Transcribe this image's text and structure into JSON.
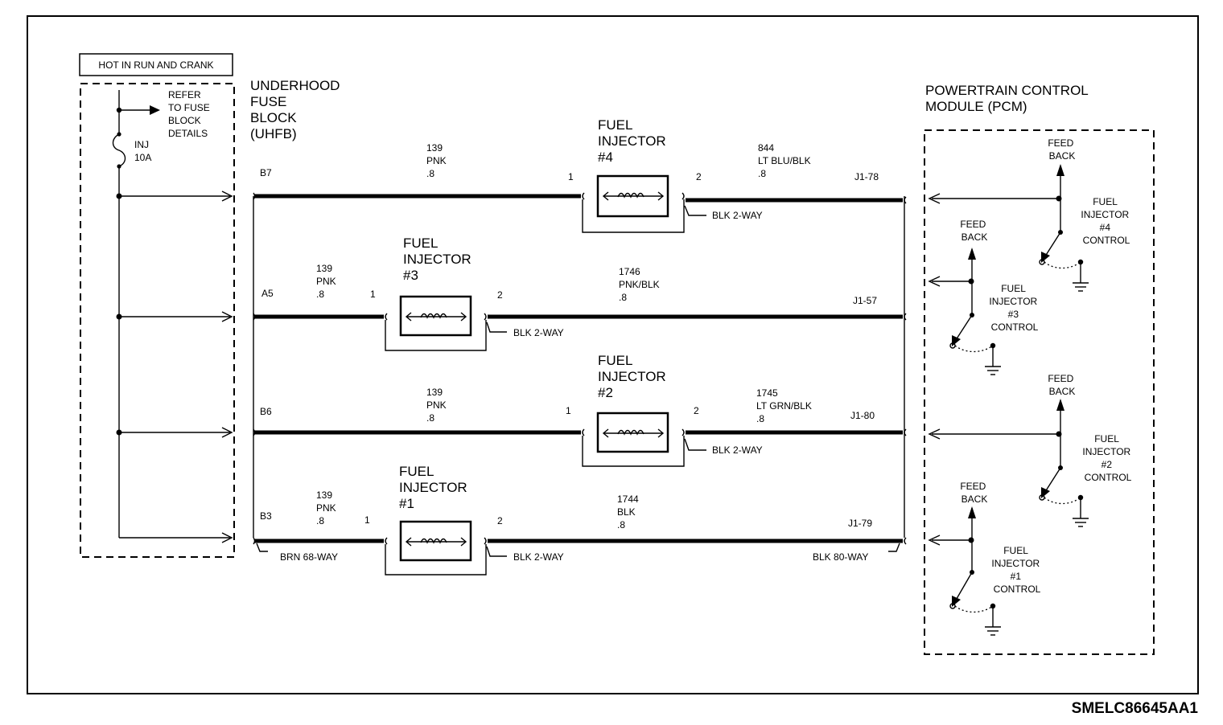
{
  "diagram_id": "SMELC86645AA1",
  "fuse_block": {
    "hot_label": "HOT IN RUN AND CRANK",
    "refer_lines": [
      "REFER",
      "TO FUSE",
      "BLOCK",
      "DETAILS"
    ],
    "fuse_lines": [
      "INJ",
      "10A"
    ],
    "title_lines": [
      "UNDERHOOD",
      "FUSE",
      "BLOCK",
      "(UHFB)"
    ]
  },
  "pcm": {
    "title_lines": [
      "POWERTRAIN CONTROL",
      "MODULE (PCM)"
    ],
    "feedback_lines": [
      "FEED",
      "BACK"
    ]
  },
  "connectors": {
    "left": "BRN 68-WAY",
    "right": "BLK 80-WAY",
    "injector": "BLK 2-WAY",
    "pin_in": "1",
    "pin_out": "2"
  },
  "injectors": [
    {
      "title_lines": [
        "FUEL",
        "INJECTOR",
        "#4"
      ],
      "fuse_pin": "B7",
      "supply_wire": [
        "139",
        "PNK",
        ".8"
      ],
      "control_wire": [
        "844",
        "LT BLU/BLK",
        ".8"
      ],
      "pcm_pin": "J1-78",
      "control_lines": [
        "FUEL",
        "INJECTOR",
        "#4",
        "CONTROL"
      ]
    },
    {
      "title_lines": [
        "FUEL",
        "INJECTOR",
        "#3"
      ],
      "fuse_pin": "A5",
      "supply_wire": [
        "139",
        "PNK",
        ".8"
      ],
      "control_wire": [
        "1746",
        "PNK/BLK",
        ".8"
      ],
      "pcm_pin": "J1-57",
      "control_lines": [
        "FUEL",
        "INJECTOR",
        "#3",
        "CONTROL"
      ]
    },
    {
      "title_lines": [
        "FUEL",
        "INJECTOR",
        "#2"
      ],
      "fuse_pin": "B6",
      "supply_wire": [
        "139",
        "PNK",
        ".8"
      ],
      "control_wire": [
        "1745",
        "LT GRN/BLK",
        ".8"
      ],
      "pcm_pin": "J1-80",
      "control_lines": [
        "FUEL",
        "INJECTOR",
        "#2",
        "CONTROL"
      ]
    },
    {
      "title_lines": [
        "FUEL",
        "INJECTOR",
        "#1"
      ],
      "fuse_pin": "B3",
      "supply_wire": [
        "139",
        "PNK",
        ".8"
      ],
      "control_wire": [
        "1744",
        "BLK",
        ".8"
      ],
      "pcm_pin": "J1-79",
      "control_lines": [
        "FUEL",
        "INJECTOR",
        "#1",
        "CONTROL"
      ]
    }
  ]
}
